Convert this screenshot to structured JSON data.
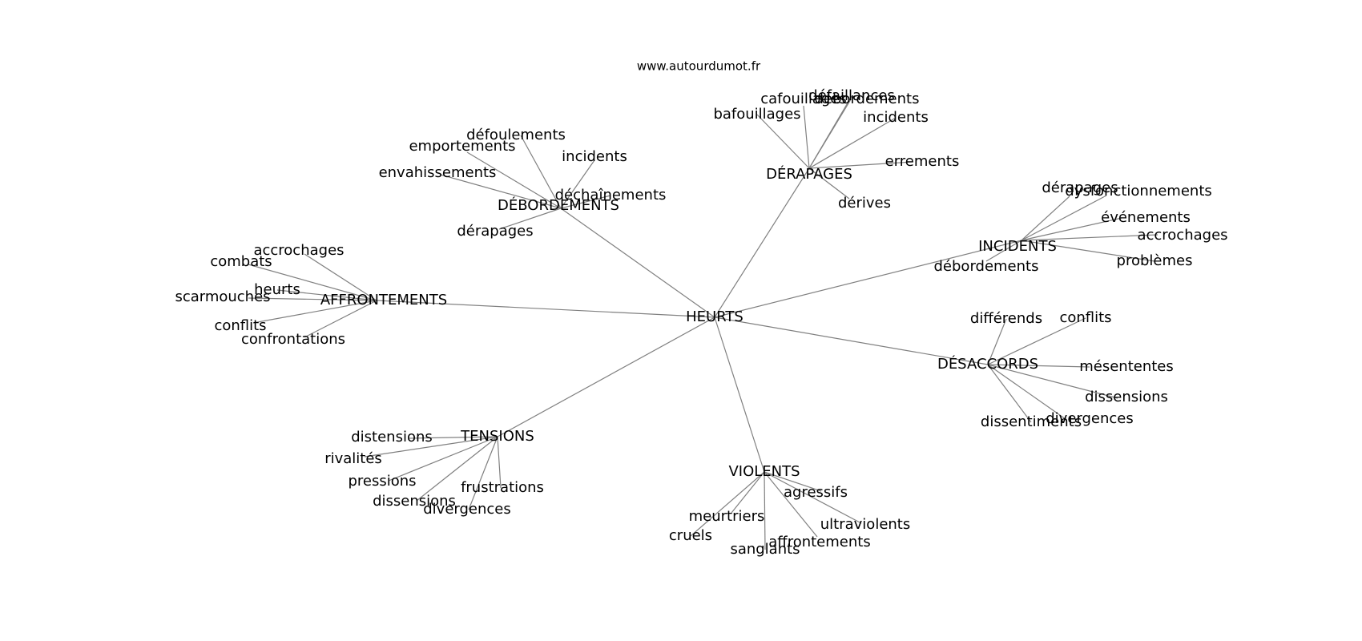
{
  "source": "www.autourdumot.fr",
  "graph": {
    "center": "HEURTS",
    "edge_color": "#808080",
    "clusters": [
      {
        "id": "derapages",
        "label": "DÉRAPAGES",
        "children": [
          "cafouillages",
          "débordements",
          "bafouillages",
          "incidents",
          "errements",
          "dérives",
          "défaillances"
        ]
      },
      {
        "id": "debordements",
        "label": "DÉBORDEMENTS",
        "children": [
          "défoulements",
          "emportements",
          "incidents",
          "envahissements",
          "déchaînements",
          "dérapages"
        ]
      },
      {
        "id": "incidents",
        "label": "INCIDENTS",
        "children": [
          "dérapages",
          "dysfonctionnements",
          "événements",
          "accrochages",
          "problèmes",
          "débordements"
        ]
      },
      {
        "id": "affrontements",
        "label": "AFFRONTEMENTS",
        "children": [
          "accrochages",
          "combats",
          "heurts",
          "scarmouches",
          "conflits",
          "confrontations"
        ]
      },
      {
        "id": "desaccords",
        "label": "DÉSACCORDS",
        "children": [
          "différends",
          "conflits",
          "mésententes",
          "dissensions",
          "dissentiments",
          "divergences"
        ]
      },
      {
        "id": "tensions",
        "label": "TENSIONS",
        "children": [
          "distensions",
          "rivalités",
          "pressions",
          "dissensions",
          "divergences",
          "frustrations"
        ]
      },
      {
        "id": "violents",
        "label": "VIOLENTS",
        "children": [
          "agressifs",
          "meurtriers",
          "cruels",
          "ultraviolents",
          "sanglants",
          "affrontements"
        ]
      }
    ]
  }
}
